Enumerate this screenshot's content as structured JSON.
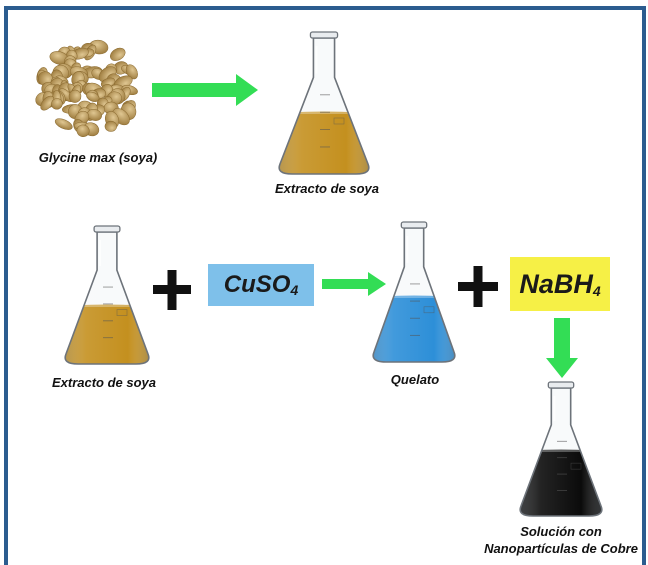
{
  "colors": {
    "frame": "#2b5c8f",
    "arrow": "#33dd55",
    "soy_liquid": "#c4901f",
    "chelate_liquid": "#2d8fd8",
    "product_liquid": "#0b0b0b",
    "cuso4_box": "#7ec0ea",
    "nabh4_box": "#f6f046",
    "plus": "#111111"
  },
  "icons": [
    "soybean-pile-icon",
    "erlenmeyer-flask-icon",
    "green-arrow-icon",
    "plus-sign-icon"
  ],
  "labels": {
    "soy": "Glycine max (soya)",
    "extract_top": "Extracto de soya",
    "extract_left": "Extracto de soya",
    "chelate": "Quelato",
    "product_line1": "Solución con",
    "product_line2": "Nanopartículas de Cobre"
  },
  "reagents": {
    "cuso4_main": "CuSO",
    "cuso4_sub": "4",
    "nabh4_main": "NaBH",
    "nabh4_sub": "4"
  }
}
